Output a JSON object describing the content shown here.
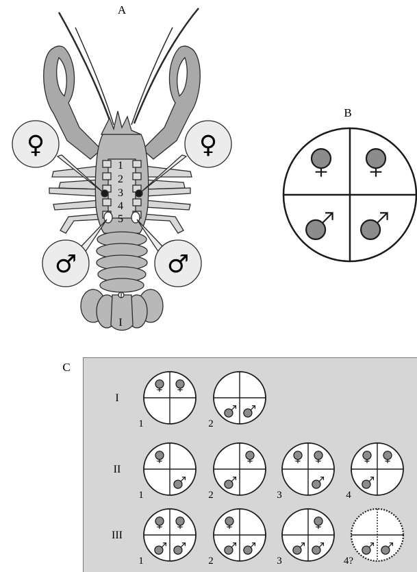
{
  "labels": {
    "a": "A",
    "b": "B",
    "c": "C"
  },
  "symbols": {
    "female": "♀",
    "male": "♂"
  },
  "crayfish": {
    "segments": [
      "1",
      "2",
      "3",
      "4",
      "5"
    ],
    "telson_label": "I"
  },
  "panel_c": {
    "rows": [
      {
        "label": "I",
        "items": [
          {
            "n": "1",
            "cells": [
              "F",
              "F",
              "",
              ""
            ]
          },
          {
            "n": "2",
            "cells": [
              "",
              "",
              "M",
              "M"
            ]
          }
        ]
      },
      {
        "label": "II",
        "items": [
          {
            "n": "1",
            "cells": [
              "F",
              "",
              "",
              "M"
            ]
          },
          {
            "n": "2",
            "cells": [
              "",
              "F",
              "M",
              ""
            ]
          },
          {
            "n": "3",
            "cells": [
              "F",
              "F",
              "",
              "M"
            ]
          },
          {
            "n": "4",
            "cells": [
              "F",
              "F",
              "M",
              ""
            ]
          }
        ]
      },
      {
        "label": "III",
        "items": [
          {
            "n": "1",
            "cells": [
              "F",
              "F",
              "M",
              "M"
            ]
          },
          {
            "n": "2",
            "cells": [
              "F",
              "",
              "M",
              "M"
            ]
          },
          {
            "n": "3",
            "cells": [
              "",
              "F",
              "M",
              "M"
            ]
          },
          {
            "n": "4?",
            "cells": [
              "",
              "",
              "M",
              "M"
            ],
            "uncertain": true
          }
        ]
      }
    ]
  },
  "colors": {
    "body_fill": "#b8b8b8",
    "claw_fill": "#a9a9a9",
    "balloon_fill": "#ececec",
    "gonopore_fill": "#8c8c8c",
    "panel_bg": "#d6d6d6",
    "stroke": "#2a2a2a"
  }
}
